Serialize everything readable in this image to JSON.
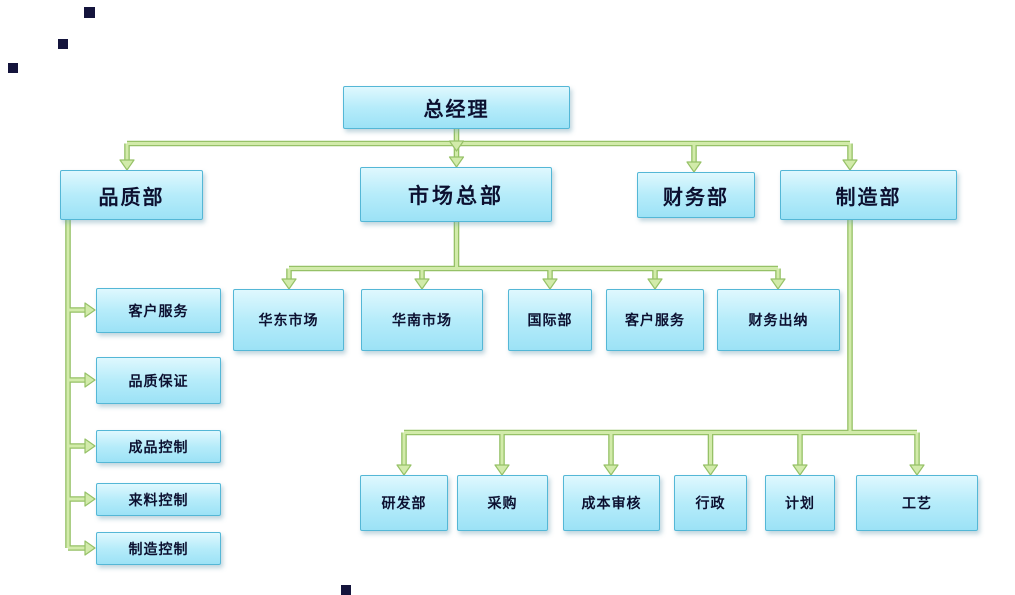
{
  "org_chart": {
    "root": {
      "label": "总经理"
    },
    "departments": [
      {
        "label": "品质部",
        "children": [
          "客户服务",
          "品质保证",
          "成品控制",
          "来料控制",
          "制造控制"
        ]
      },
      {
        "label": "市场总部",
        "children": [
          "华东市场",
          "华南市场",
          "国际部",
          "客户服务",
          "财务出纳"
        ]
      },
      {
        "label": "财务部",
        "children": []
      },
      {
        "label": "制造部",
        "children": [
          "研发部",
          "采购",
          "成本审核",
          "行政",
          "计划",
          "工艺"
        ]
      }
    ]
  },
  "colors": {
    "background": "#ffffff",
    "box_fill_top": "#dff8fe",
    "box_fill_mid": "#b6ecfa",
    "box_fill_bottom": "#9ce2f6",
    "box_border": "#54b7d6",
    "text": "#0c1030",
    "connector_fill": "#d2ebaa",
    "connector_outline": "#96c167",
    "artifact_square": "#14143c"
  }
}
